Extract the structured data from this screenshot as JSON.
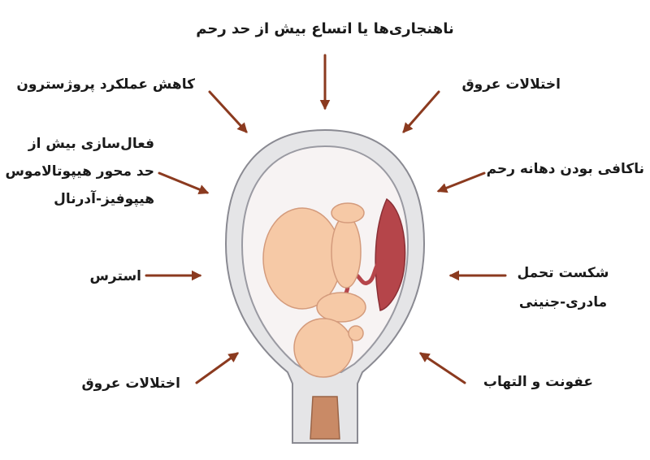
{
  "labels": {
    "top": "ناهنجاری‌ها یا اتساع بیش از حد رحم",
    "progesterone": "کاهش عملکرد پروژسترون",
    "vascular_top": "اختلالات عروق",
    "hpa_line1": "فعال‌سازی بیش از",
    "hpa_line2": "حد محور هیپوتالاموس",
    "hpa_line3": "هیپوفیز-آدرنال",
    "cervix": "ناکافی بودن دهانه رحم",
    "stress": "استرس",
    "tolerance_line1": "شکست تحمل",
    "tolerance_line2": "مادری-جنینی",
    "vascular_bottom": "اختلالات عروق",
    "infection": "عفونت و التهاب"
  },
  "colors": {
    "arrow": "#8b3a1f",
    "uterus_outer": "#e5e5e7",
    "uterus_inner": "#f7f3f3",
    "fetus": "#f6c9a6",
    "placenta": "#b5454a",
    "cervix": "#c98a66"
  },
  "icons": [
    "arrow-icon"
  ]
}
